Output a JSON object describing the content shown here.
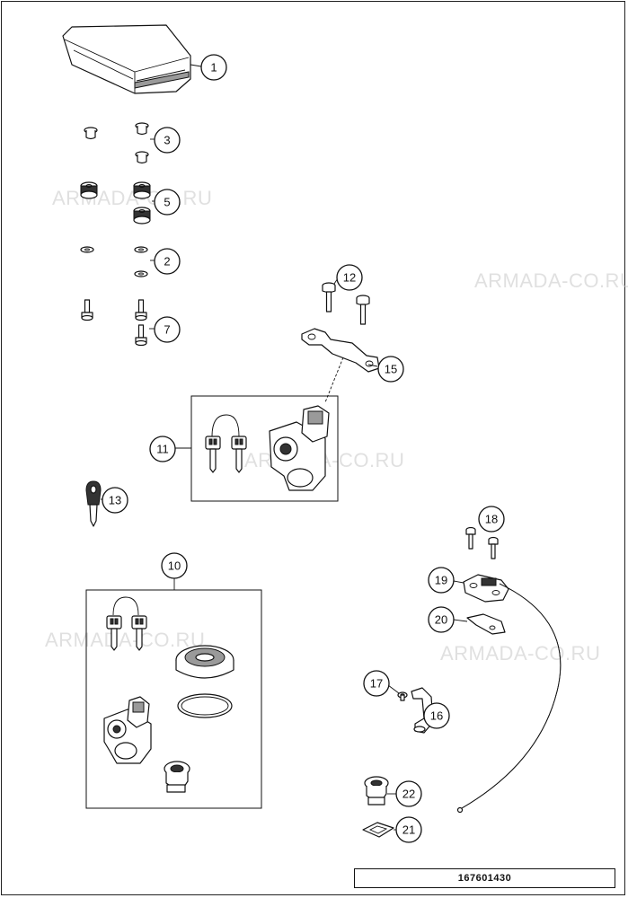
{
  "watermark": "ARMADA-CO.RU",
  "drawing_number": "167601430",
  "callouts": [
    "1",
    "2",
    "3",
    "5",
    "7",
    "10",
    "11",
    "12",
    "13",
    "15",
    "16",
    "17",
    "18",
    "19",
    "20",
    "21",
    "22"
  ]
}
